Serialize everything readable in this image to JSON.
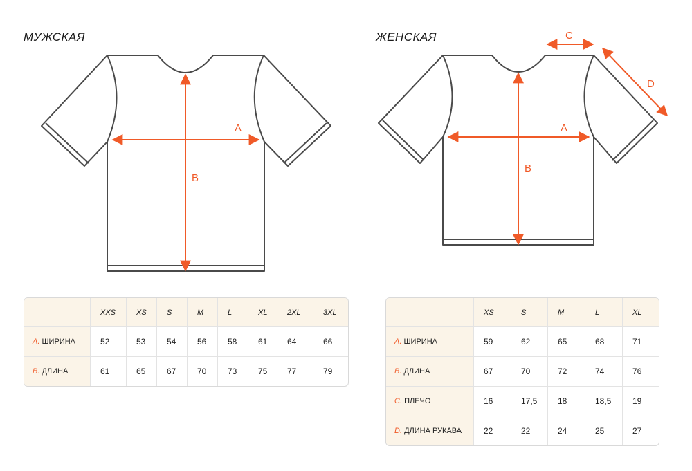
{
  "men": {
    "title": "МУЖСКАЯ",
    "labels": {
      "a": "A",
      "b": "B"
    },
    "sizes": [
      "XXS",
      "XS",
      "S",
      "M",
      "L",
      "XL",
      "2XL",
      "3XL"
    ],
    "rows": [
      {
        "letter": "A.",
        "name": "ШИРИНА",
        "values": [
          "52",
          "53",
          "54",
          "56",
          "58",
          "61",
          "64",
          "66"
        ]
      },
      {
        "letter": "B.",
        "name": "ДЛИНА",
        "values": [
          "61",
          "65",
          "67",
          "70",
          "73",
          "75",
          "77",
          "79"
        ]
      }
    ]
  },
  "women": {
    "title": "ЖЕНСКАЯ",
    "labels": {
      "a": "A",
      "b": "B",
      "c": "C",
      "d": "D"
    },
    "sizes": [
      "XS",
      "S",
      "M",
      "L",
      "XL"
    ],
    "rows": [
      {
        "letter": "A.",
        "name": "ШИРИНА",
        "values": [
          "59",
          "62",
          "65",
          "68",
          "71"
        ]
      },
      {
        "letter": "B.",
        "name": "ДЛИНА",
        "values": [
          "67",
          "70",
          "72",
          "74",
          "76"
        ]
      },
      {
        "letter": "C.",
        "name": "ПЛЕЧО",
        "values": [
          "16",
          "17,5",
          "18",
          "18,5",
          "19"
        ]
      },
      {
        "letter": "D.",
        "name": "ДЛИНА РУКАВА",
        "values": [
          "22",
          "22",
          "24",
          "25",
          "27"
        ]
      }
    ]
  },
  "colors": {
    "accent": "#f05a28",
    "outline": "#4a4a4a",
    "header_bg": "#fbf4e8"
  }
}
